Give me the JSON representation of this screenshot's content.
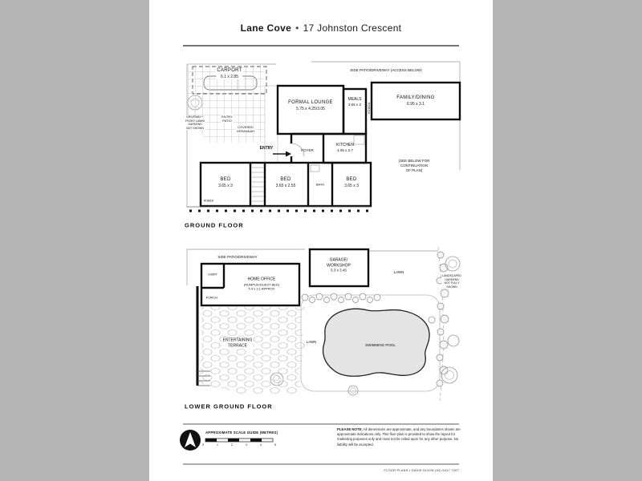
{
  "title": {
    "name": "Lane Cove",
    "separator": "•",
    "address": "17 Johnston Crescent"
  },
  "ground_floor": {
    "section_label": "GROUND FLOOR",
    "side_patio": "SIDE PATIO/DRIVEWAY (ACCESS BELOW)",
    "carport": {
      "name": "CARPORT",
      "dims": "6.1 x 2.85"
    },
    "formal_lounge": {
      "name": "FORMAL LOUNGE",
      "dims": "5.75 x 4.25/3.05"
    },
    "meals": {
      "name": "MEALS",
      "dims": "3.05 x 2"
    },
    "family_dining": {
      "name": "FAMILY/DINING",
      "dims": "6.95 x 3.1"
    },
    "porch": "PORCH",
    "driveway_note": {
      "l1": "DRIVEWAY +",
      "l2": "FRONT LAWN/",
      "l3": "GARDENS",
      "l4": "NOT SHOWN"
    },
    "entry_patio": {
      "l1": "ENTRY",
      "l2": "PATIO"
    },
    "covered_verandah": {
      "l1": "COVERED",
      "l2": "VERANDAH"
    },
    "entry": "ENTRY",
    "foyer": "FOYER",
    "kitchen": {
      "name": "KITCHEN",
      "dims": "4.05 x 2.7"
    },
    "continuation_note": {
      "l1": "(SEE BELOW FOR",
      "l2": "CONTINUATION",
      "l3": "OF PLAN)"
    },
    "bed1": {
      "name": "BED",
      "dims": "3.65 x 3"
    },
    "bed2": {
      "name": "BED",
      "dims": "3.65 x 2.55"
    },
    "bath": "BATH",
    "bed3": {
      "name": "BED",
      "dims": "3.65 x 3"
    },
    "robes": "ROBES"
  },
  "lower_ground_floor": {
    "section_label": "LOWER GROUND FLOOR",
    "side_patio": "SIDE PATIO/DRIVEWAY",
    "laundry": "LNDRY",
    "home_office": {
      "name": "HOME OFFICE",
      "sub": "(RUMPUS/GUEST BED)",
      "dims": "5.4 x 3.1 APPROX"
    },
    "porch": "PORCH",
    "garage": {
      "name1": "GARAGE/",
      "name2": "WORKSHOP",
      "dims": "5.3 x 3.45"
    },
    "lawn_upper": "LAWN",
    "lawn_lower": "LAWN",
    "landscaped_note": {
      "l1": "LANDSCAPED",
      "l2": "GARDENS",
      "l3": "NOT FULLY",
      "l4": "SHOWN"
    },
    "terrace": {
      "l1": "ENTERTAINING",
      "l2": "TERRACE"
    },
    "pool": "SWIMMING POOL"
  },
  "footer": {
    "scale_label": "APPROXIMATE SCALE GUIDE (METRES)",
    "scale_ticks": [
      "0",
      "1",
      "2",
      "3",
      "4",
      "5"
    ],
    "note_lead": "PLEASE NOTE:",
    "note_body": " All dimensions are approximate, and any boundaries shown are approximate indications only. This floor plan is provided to show the layout for marketing purposes only and must not be relied upon for any other purpose. No liability will be accepted.",
    "credit": "FLOOR PLANS • DAVID DIXON (02) 9417 7207"
  },
  "colors": {
    "page_bg": "#b4b4b4",
    "paper": "#ffffff",
    "ink": "#111111",
    "pool_fill": "#e4e4e4"
  }
}
